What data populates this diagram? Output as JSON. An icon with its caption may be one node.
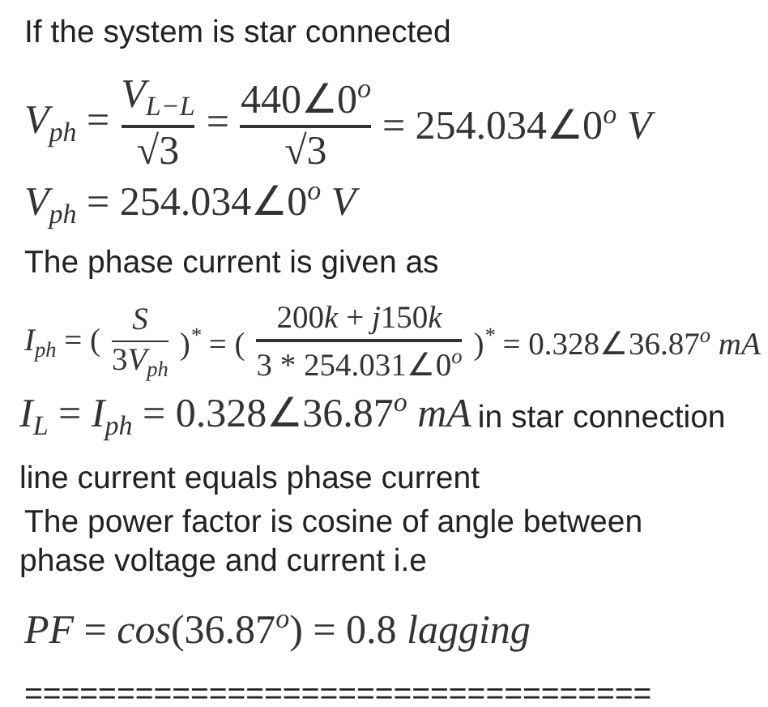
{
  "diagram": {
    "labels": [
      "If the system is star connected",
      "V$_{ph}$ =",
      "V$_{L−L}$",
      "√3",
      "=",
      "440∠0$^{o}$",
      "√3",
      "= 254.034∠0$^{o}$ V",
      "V$_{ph}$ = 254.034∠0$^{o}$ V",
      "The phase current is given as",
      "I$_{ph}$ = (",
      "S",
      "3V$_{ph}$",
      ")$^{*}$ = (",
      "200k + j150k",
      "3 * 254.031∠0$^{o}$",
      ")$^{*}$ = 0.328∠36.87$^{o}$ mA",
      "I$_{L}$ = I$_{ph}$ = 0.328∠36.87$^{o}$ mA",
      "in star connection line current equals phase current",
      "The power factor is cosine of angle between phase voltage and current i.e",
      "PF = cos(36.87$^{o}$) = 0.8 lagging",
      "=================================="
    ]
  }
}
